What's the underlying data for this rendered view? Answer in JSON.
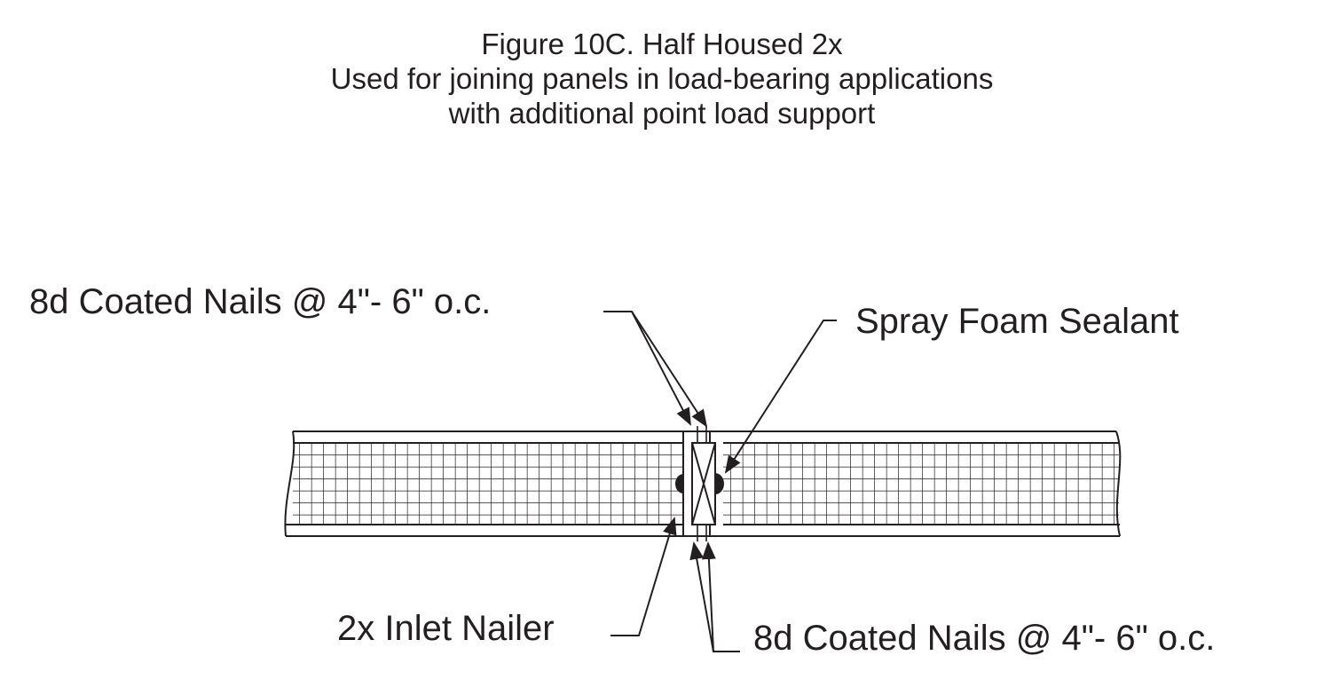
{
  "title": {
    "line1": "Figure 10C.  Half Housed 2x",
    "line2": "Used for joining panels in load-bearing applications",
    "line3": "with additional point load support"
  },
  "callouts": {
    "nails_top": "8d Coated Nails @ 4\"- 6\" o.c.",
    "spray_foam": "Spray Foam Sealant",
    "inlet_nailer": "2x Inlet Nailer",
    "nails_bottom": "8d Coated  Nails @ 4\"- 6\" o.c."
  },
  "colors": {
    "ink": "#231f20",
    "background": "#ffffff"
  }
}
